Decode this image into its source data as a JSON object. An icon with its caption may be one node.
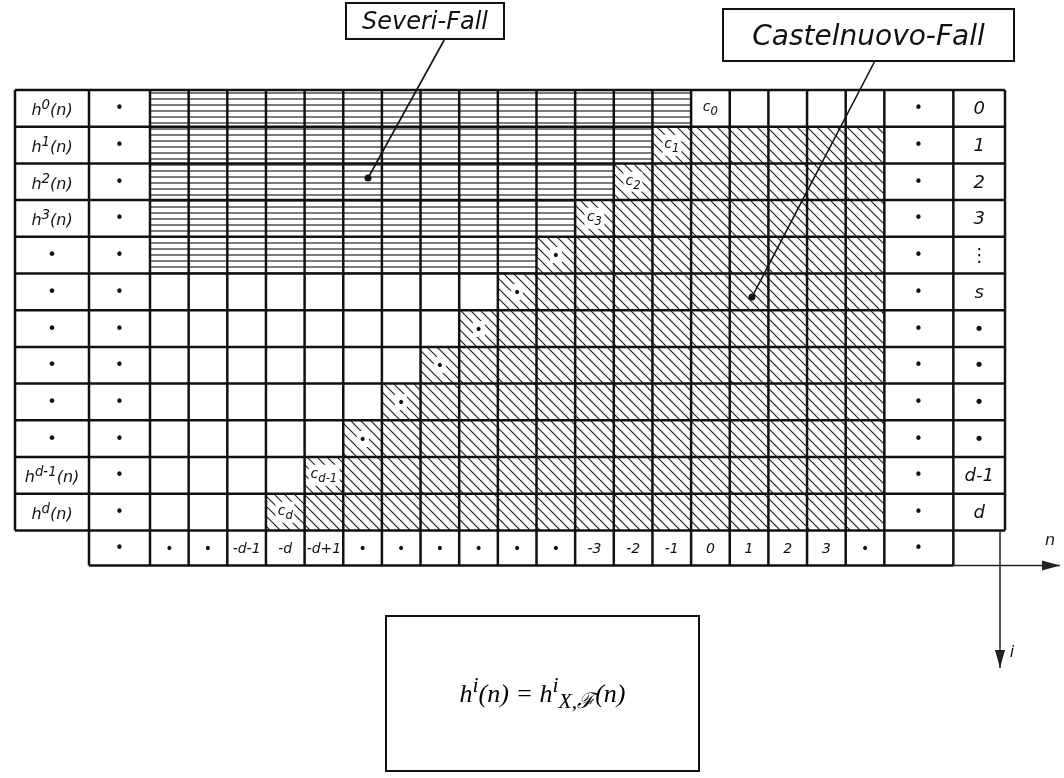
{
  "diagram": {
    "nodes": [
      {
        "text": [
          "Severi-Fall"
        ]
      },
      {
        "text": [
          "Castelnuovo-Fall"
        ]
      },
      {
        "text": [
          "h$^{i}$(n) = h$^{i}$$_{X,ℱ}$(n)"
        ]
      }
    ],
    "edges": [
      {
        "from": 0,
        "to": null,
        "arrow": "other"
      },
      {
        "from": 1,
        "to": null,
        "arrow": "other"
      }
    ],
    "labels": [
      "h$^{0}$(n)",
      "•",
      "c$_{0}$",
      "•",
      "0",
      "h$^{1}$(n)",
      "•",
      "c$_{1}$",
      "•",
      "1",
      "h$^{2}$(n)",
      "•",
      "c$_{2}$",
      "•",
      "2",
      "h$^{3}$(n)",
      "•",
      "c$_{3}$",
      "•",
      "3",
      "•",
      "•",
      "•",
      "•",
      "⋮",
      "•",
      "•",
      "•",
      "•",
      "s",
      "•",
      "•",
      "•",
      "•",
      "•",
      "•",
      "•",
      "•",
      "•",
      "•",
      "•",
      "•",
      "•",
      "•",
      "•",
      "•",
      "•",
      "•",
      "•",
      "•",
      "h$^{d-1}$(n)",
      "•",
      "c$_{d-1}$",
      "•",
      "d-1",
      "h$^{d}$(n)",
      "•",
      "c$_{d}$",
      "•",
      "d",
      "•",
      "•",
      "•",
      "-d-1",
      "-d",
      "-d+1",
      "•",
      "•",
      "•",
      "•",
      "•",
      "•",
      "-3",
      "-2",
      "-1",
      "0",
      "1",
      "2",
      "3",
      "•",
      "•",
      "n",
      "i"
    ]
  }
}
